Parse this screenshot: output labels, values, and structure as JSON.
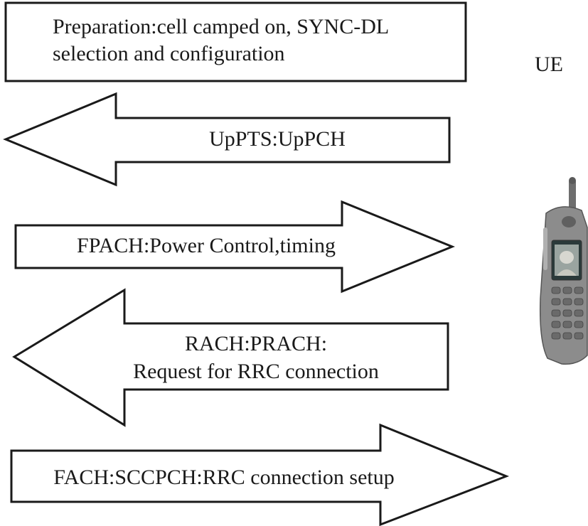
{
  "prep_box": {
    "line1": "Preparation:cell camped on, SYNC-DL",
    "line2": "selection and configuration"
  },
  "ue_label": "UE",
  "arrows": [
    {
      "direction": "left",
      "line1": "UpPTS:UpPCH"
    },
    {
      "direction": "right",
      "line1": "FPACH:Power Control,timing"
    },
    {
      "direction": "left",
      "line1": "RACH:PRACH:",
      "line2": "Request for RRC connection"
    },
    {
      "direction": "right",
      "line1": "FACH:SCCPCH:RRC connection setup"
    }
  ],
  "phone_icon": "mobile-phone-icon",
  "colors": {
    "stroke": "#1a1a1a",
    "fill": "#ffffff",
    "phone_body": "#8c8c8c"
  }
}
